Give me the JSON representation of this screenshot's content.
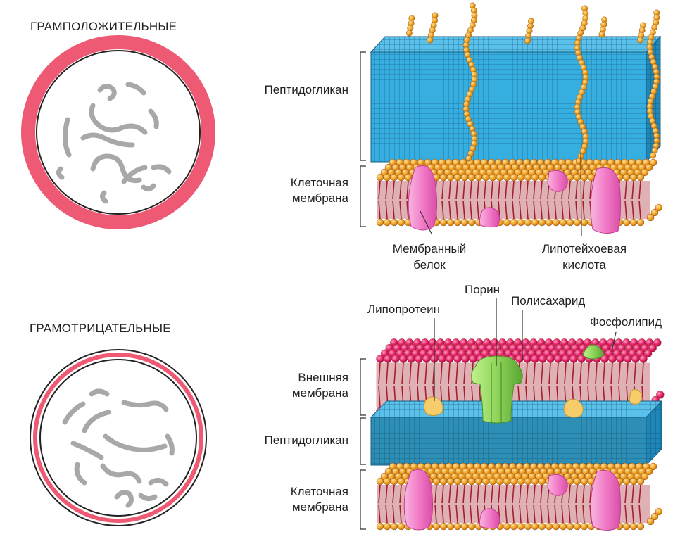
{
  "gram_positive": {
    "title": "ГРАМПОЛОЖИТЕЛЬНЫЕ",
    "labels": {
      "peptidoglycan": "Пептидогликан",
      "cell_membrane_1": "Клеточная",
      "cell_membrane_2": "мембрана",
      "membrane_protein_1": "Мембранный",
      "membrane_protein_2": "белок",
      "lipoteichoic_1": "Липотейхоевая",
      "lipoteichoic_2": "кислота"
    }
  },
  "gram_negative": {
    "title": "ГРАМОТРИЦАТЕЛЬНЫЕ",
    "labels": {
      "porin": "Порин",
      "lipoprotein": "Липопротеин",
      "polysaccharide": "Полисахарид",
      "phospholipid": "Фосфолипид",
      "outer_membrane_1": "Внешняя",
      "outer_membrane_2": "мембрана",
      "peptidoglycan": "Пептидогликан",
      "cell_membrane_1": "Клеточная",
      "cell_membrane_2": "мембрана"
    }
  },
  "colors": {
    "wall_pink": "#ee5a73",
    "cytoplasm_strands": "#a8a8a8",
    "peptidoglycan_blue": "#2fa4d8",
    "peptidoglycan_dark": "#2a7fa3",
    "lipid_head_orange": "#f0a427",
    "lipid_tail_red": "#a3202c",
    "outer_head_pink": "#e8226b",
    "protein_pink": "#f27bc7",
    "porin_green": "#8ed45a",
    "lipoprotein_yellow": "#f7cc6a"
  }
}
